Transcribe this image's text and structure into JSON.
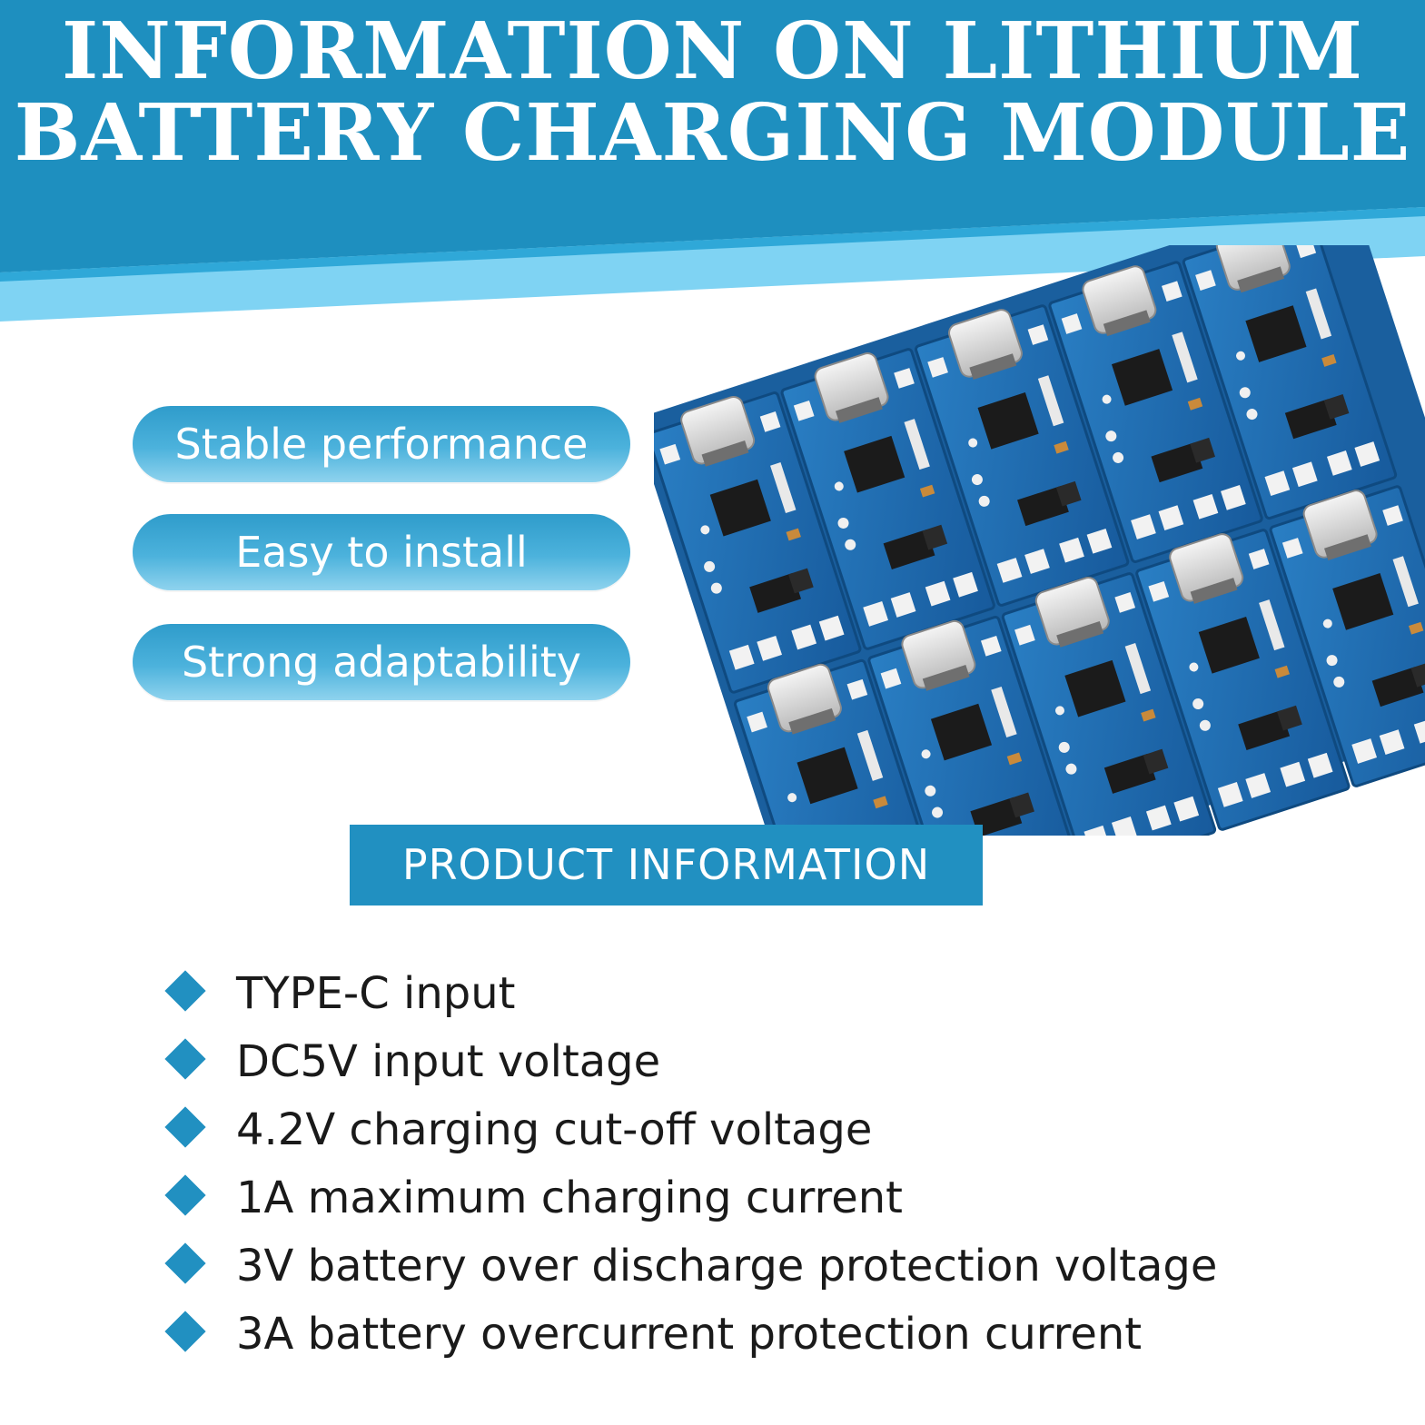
{
  "header": {
    "title_line1": "INFORMATION ON LITHIUM",
    "title_line2": "BATTERY CHARGING MODULE"
  },
  "colors": {
    "banner_blue": "#1e8fbf",
    "banner_light": "#7fd3f3",
    "accent_blue": "#2190c1",
    "pcb_blue": "#1f6fb3"
  },
  "features": [
    {
      "label": "Stable performance"
    },
    {
      "label": "Easy to install"
    },
    {
      "label": "Strong adaptability"
    }
  ],
  "section": {
    "heading": "PRODUCT INFORMATION"
  },
  "specs": [
    {
      "text": "TYPE-C input"
    },
    {
      "text": "DC5V input voltage"
    },
    {
      "text": "4.2V charging cut-off voltage"
    },
    {
      "text": "1A maximum charging current"
    },
    {
      "text": "3V battery over discharge protection voltage"
    },
    {
      "text": "3A battery overcurrent protection current"
    }
  ],
  "product_image": {
    "icon": "pcb-module-icon"
  }
}
